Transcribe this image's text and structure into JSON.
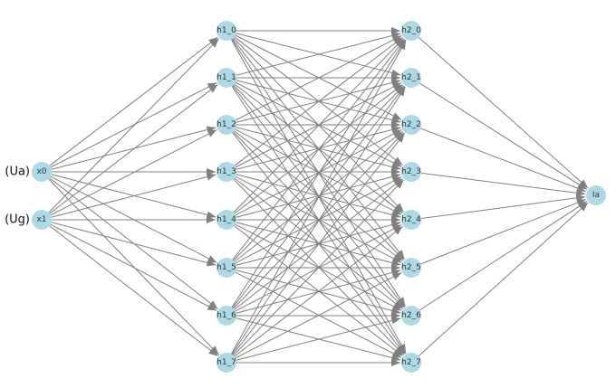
{
  "colors": {
    "node_fill": "#add8e6",
    "edge": "#808080",
    "background": "#ffffff"
  },
  "layers": [
    {
      "name": "input",
      "nodes": [
        {
          "id": "x0",
          "label": "x0",
          "side_label": "(Ua)"
        },
        {
          "id": "x1",
          "label": "x1",
          "side_label": "(Ug)"
        }
      ]
    },
    {
      "name": "hidden1",
      "nodes": [
        {
          "id": "h1_0",
          "label": "h1_0"
        },
        {
          "id": "h1_1",
          "label": "h1_1"
        },
        {
          "id": "h1_2",
          "label": "h1_2"
        },
        {
          "id": "h1_3",
          "label": "h1_3"
        },
        {
          "id": "h1_4",
          "label": "h1_4"
        },
        {
          "id": "h1_5",
          "label": "h1_5"
        },
        {
          "id": "h1_6",
          "label": "h1_6"
        },
        {
          "id": "h1_7",
          "label": "h1_7"
        }
      ]
    },
    {
      "name": "hidden2",
      "nodes": [
        {
          "id": "h2_0",
          "label": "h2_0"
        },
        {
          "id": "h2_1",
          "label": "h2_1"
        },
        {
          "id": "h2_2",
          "label": "h2_2"
        },
        {
          "id": "h2_3",
          "label": "h2_3"
        },
        {
          "id": "h2_4",
          "label": "h2_4"
        },
        {
          "id": "h2_5",
          "label": "h2_5"
        },
        {
          "id": "h2_6",
          "label": "h2_6"
        },
        {
          "id": "h2_7",
          "label": "h2_7"
        }
      ]
    },
    {
      "name": "output",
      "nodes": [
        {
          "id": "Ia",
          "label": "Ia"
        }
      ]
    }
  ],
  "connectivity": "fully-connected-between-adjacent-layers"
}
